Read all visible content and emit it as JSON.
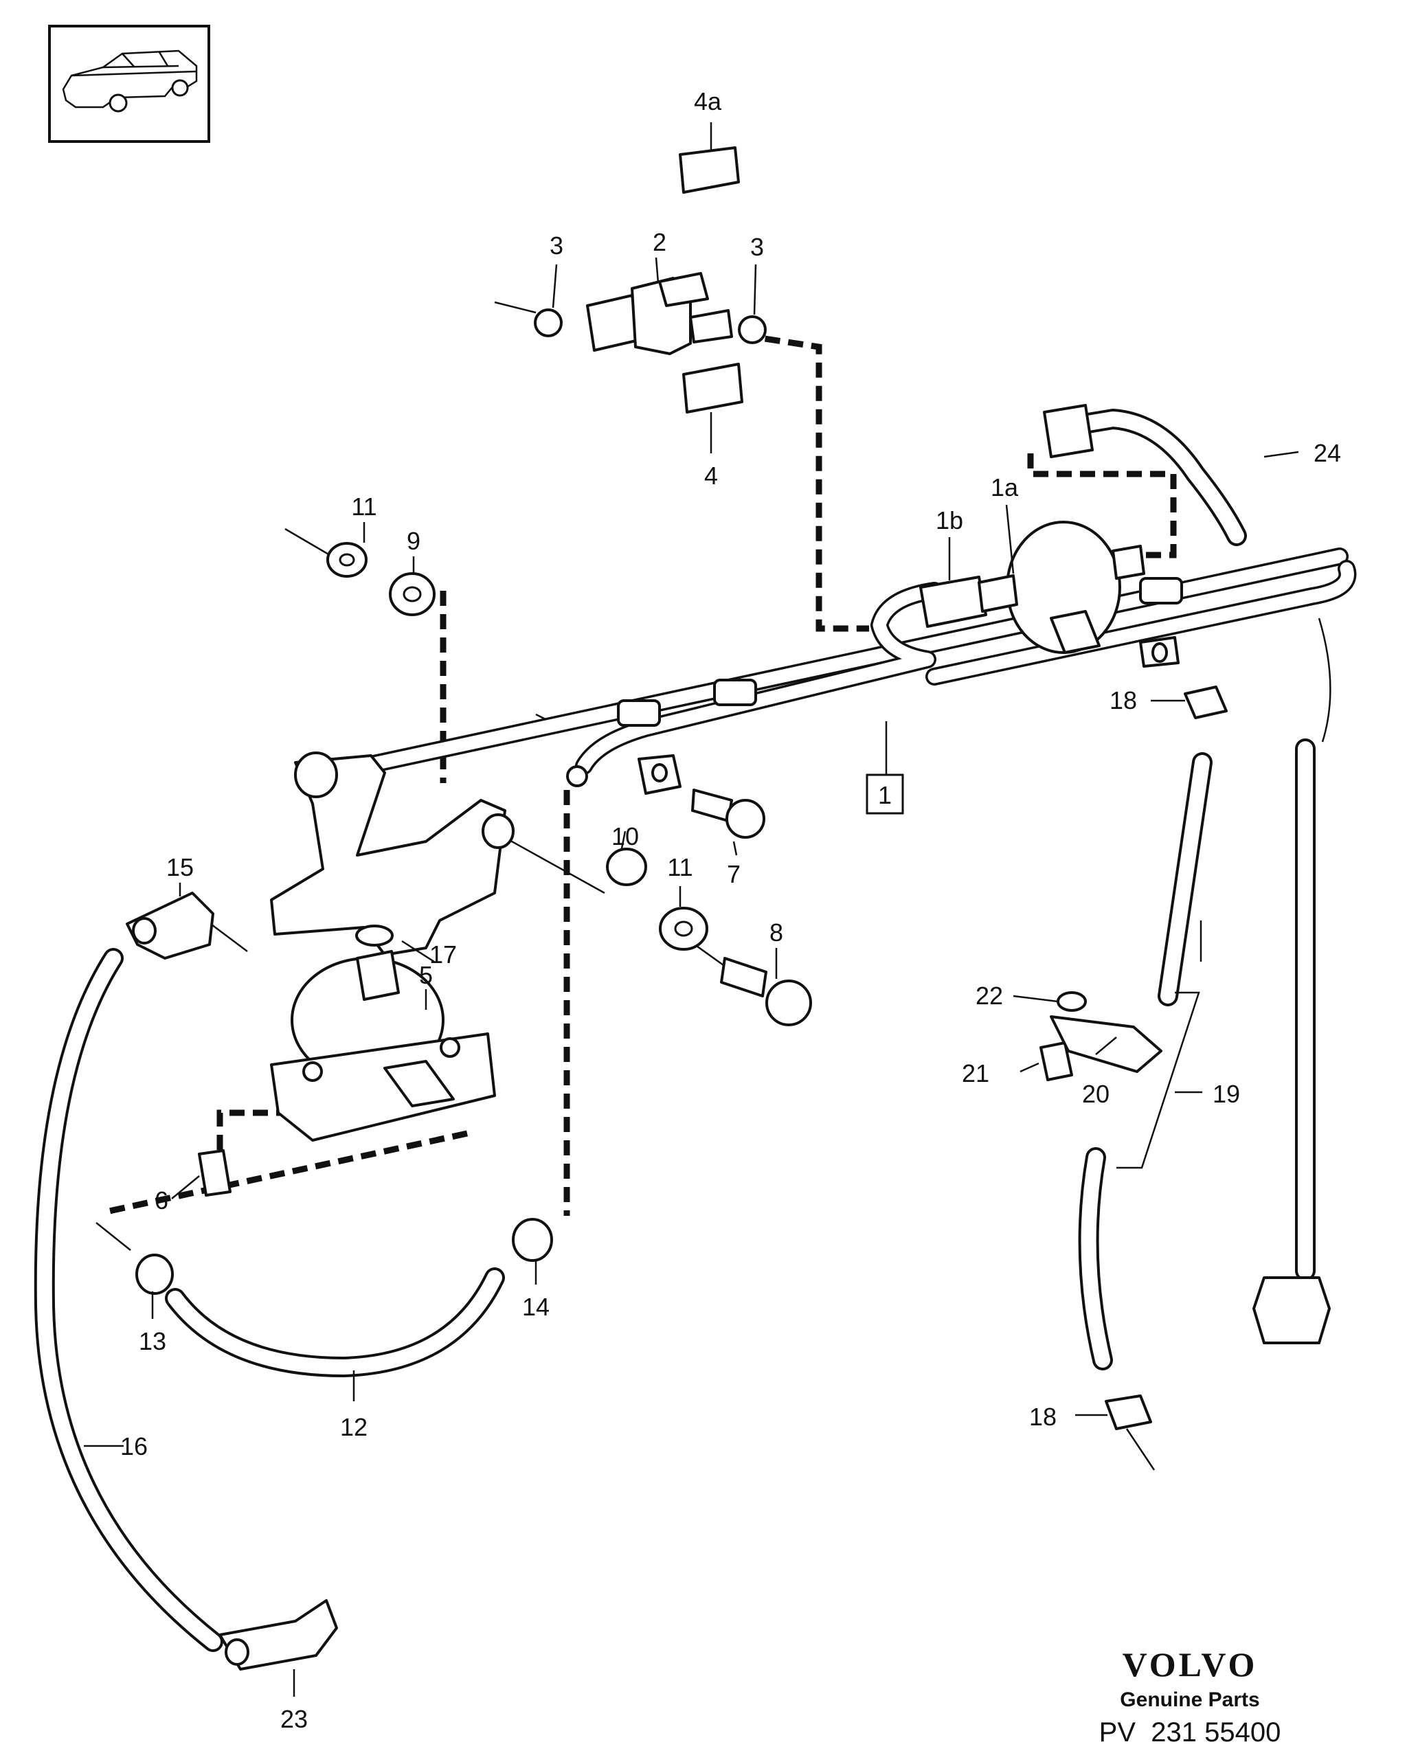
{
  "callouts": {
    "c1": "1",
    "c1a": "1a",
    "c1b": "1b",
    "c2": "2",
    "c3l": "3",
    "c3r": "3",
    "c4": "4",
    "c4a": "4a",
    "c5": "5",
    "c6": "6",
    "c7": "7",
    "c8": "8",
    "c9": "9",
    "c10": "10",
    "c11a": "11",
    "c11b": "11",
    "c12": "12",
    "c13": "13",
    "c14": "14",
    "c15": "15",
    "c16": "16",
    "c17": "17",
    "c18a": "18",
    "c18b": "18",
    "c19": "19",
    "c20": "20",
    "c21": "21",
    "c22": "22",
    "c23": "23",
    "c24": "24"
  },
  "footer": {
    "brand": "VOLVO",
    "subtitle": "Genuine Parts",
    "code": "PV  231 55400"
  }
}
